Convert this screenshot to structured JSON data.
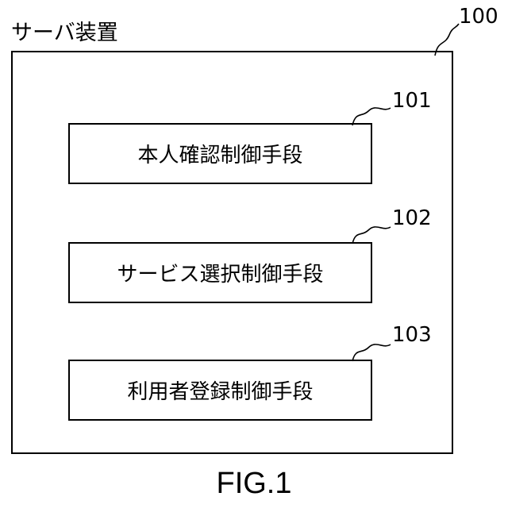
{
  "diagram": {
    "title": "サーバ装置",
    "outer_ref": "100",
    "blocks": [
      {
        "ref": "101",
        "label": "本人確認制御手段"
      },
      {
        "ref": "102",
        "label": "サービス選択制御手段"
      },
      {
        "ref": "103",
        "label": "利用者登録制御手段"
      }
    ],
    "caption": "FIG.1"
  }
}
